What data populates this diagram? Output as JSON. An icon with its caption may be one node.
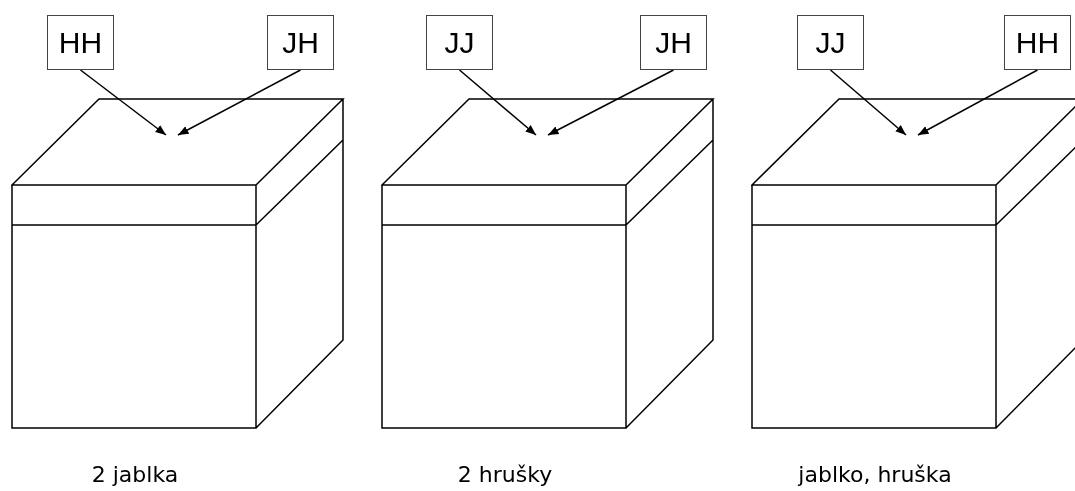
{
  "diagram": {
    "nodes": [
      {
        "text": [
          "HH"
        ]
      },
      {
        "text": [
          "JH"
        ]
      },
      {
        "text": [],
        "shape": "box",
        "beside": [
          "2 jablka"
        ]
      },
      {
        "text": [
          "JJ"
        ]
      },
      {
        "text": [
          "JH"
        ]
      },
      {
        "text": [],
        "shape": "box",
        "beside": [
          "2 hrušky"
        ]
      },
      {
        "text": [
          "JJ"
        ]
      },
      {
        "text": [
          "HH"
        ]
      },
      {
        "text": [],
        "shape": "box",
        "beside": [
          "jablko, hruška"
        ]
      }
    ],
    "edges": [
      {
        "from": 0,
        "to": 2,
        "arrow": "to"
      },
      {
        "from": 1,
        "to": 2,
        "arrow": "to"
      },
      {
        "from": 3,
        "to": 5,
        "arrow": "to"
      },
      {
        "from": 4,
        "to": 5,
        "arrow": "to"
      },
      {
        "from": 6,
        "to": 8,
        "arrow": "to"
      },
      {
        "from": 7,
        "to": 8,
        "arrow": "to"
      }
    ]
  }
}
